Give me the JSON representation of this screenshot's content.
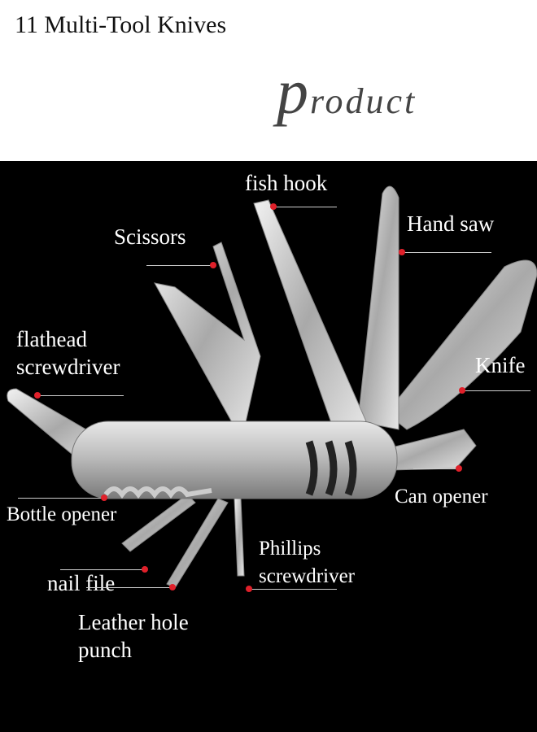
{
  "header": {
    "title": "11 Multi-Tool Knives",
    "product_initial": "p",
    "product_rest": "roduct"
  },
  "labels": {
    "fish_hook": "fish hook",
    "hand_saw": "Hand saw",
    "scissors": "Scissors",
    "flathead_1": "flathead",
    "flathead_2": "screwdriver",
    "knife": "Knife",
    "bottle_opener": "Bottle opener",
    "can_opener": "Can opener",
    "phillips_1": "Phillips",
    "phillips_2": "screwdriver",
    "nail_file": "nail file",
    "leather_1": "Leather hole",
    "leather_2": "punch"
  },
  "colors": {
    "background": "#000000",
    "header_bg": "#ffffff",
    "label_text": "#ffffff",
    "marker": "#e0202a",
    "steel": "#c8c8c8"
  }
}
